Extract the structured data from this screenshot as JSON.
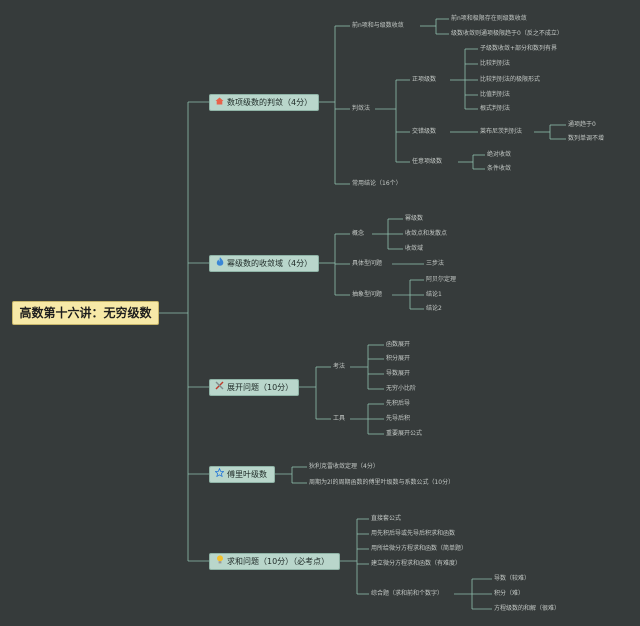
{
  "root": "高数第十六讲：无穷级数",
  "branches": [
    {
      "label": "数项级数的判敛（4分）",
      "icon": "house-icon",
      "l1": [
        {
          "label": "前n项和与级数收敛",
          "l2": [
            {
              "label": "前n项和极限存在则级数收敛"
            },
            {
              "label": "级数收敛则通项极限趋于0（反之不成立）"
            }
          ]
        },
        {
          "label": "判敛法",
          "l2": [
            {
              "label": "正项级数",
              "l3": [
                "子级数收敛+部分和数列有界",
                "比较判别法",
                "比较判别法的极限形式",
                "比值判别法",
                "根式判别法"
              ]
            },
            {
              "label": "交错级数",
              "l3": [
                "莱布尼茨判别法"
              ],
              "l4": [
                "通项趋于0",
                "数列单调不增"
              ]
            },
            {
              "label": "任意项级数",
              "l3": [
                "绝对收敛",
                "条件收敛"
              ]
            }
          ]
        },
        {
          "label": "常用结论（16个）"
        }
      ]
    },
    {
      "label": "幂级数的收敛域（4分）",
      "icon": "flame-icon",
      "l1": [
        {
          "label": "概念",
          "l2": [
            {
              "label": "幂级数"
            },
            {
              "label": "收敛点和发散点"
            },
            {
              "label": "收敛域"
            }
          ]
        },
        {
          "label": "具体型问题",
          "l2": [
            {
              "label": "三步法"
            }
          ]
        },
        {
          "label": "抽象型问题",
          "l2": [
            {
              "label": "阿贝尔定理"
            },
            {
              "label": "结论1"
            },
            {
              "label": "结论2"
            }
          ]
        }
      ]
    },
    {
      "label": "展开问题（10分）",
      "icon": "tools-icon",
      "l1": [
        {
          "label": "考法",
          "l2": [
            {
              "label": "函数展开"
            },
            {
              "label": "积分展开"
            },
            {
              "label": "导数展开"
            },
            {
              "label": "无穷小比阶"
            }
          ]
        },
        {
          "label": "工具",
          "l2": [
            {
              "label": "先积后导"
            },
            {
              "label": "先导后积"
            },
            {
              "label": "重要展开公式"
            }
          ]
        }
      ]
    },
    {
      "label": "傅里叶级数",
      "icon": "star-icon",
      "l1": [
        {
          "label": "狄利克雷收敛定理（4分）"
        },
        {
          "label": "周期为2l的周期函数的傅里叶级数与系数公式（10分）"
        }
      ]
    },
    {
      "label": "求和问题（10分）（必考点）",
      "icon": "bulb-icon",
      "l1": [
        {
          "label": "直接套公式"
        },
        {
          "label": "用先积后导或先导后积求和函数"
        },
        {
          "label": "用所给微分方程求和函数（简单题）"
        },
        {
          "label": "建立微分方程求和函数（有难度）"
        },
        {
          "label": "综合题（求和前和个数字）",
          "l2": [
            {
              "label": "导数（较难）"
            },
            {
              "label": "积分（难）"
            },
            {
              "label": "方程级数的和解（很难）"
            }
          ]
        }
      ]
    }
  ],
  "colors": {
    "background": "#363b3b",
    "line": "#8fbfae",
    "root": "#f7e9a7",
    "main": "#b9d6cb"
  }
}
